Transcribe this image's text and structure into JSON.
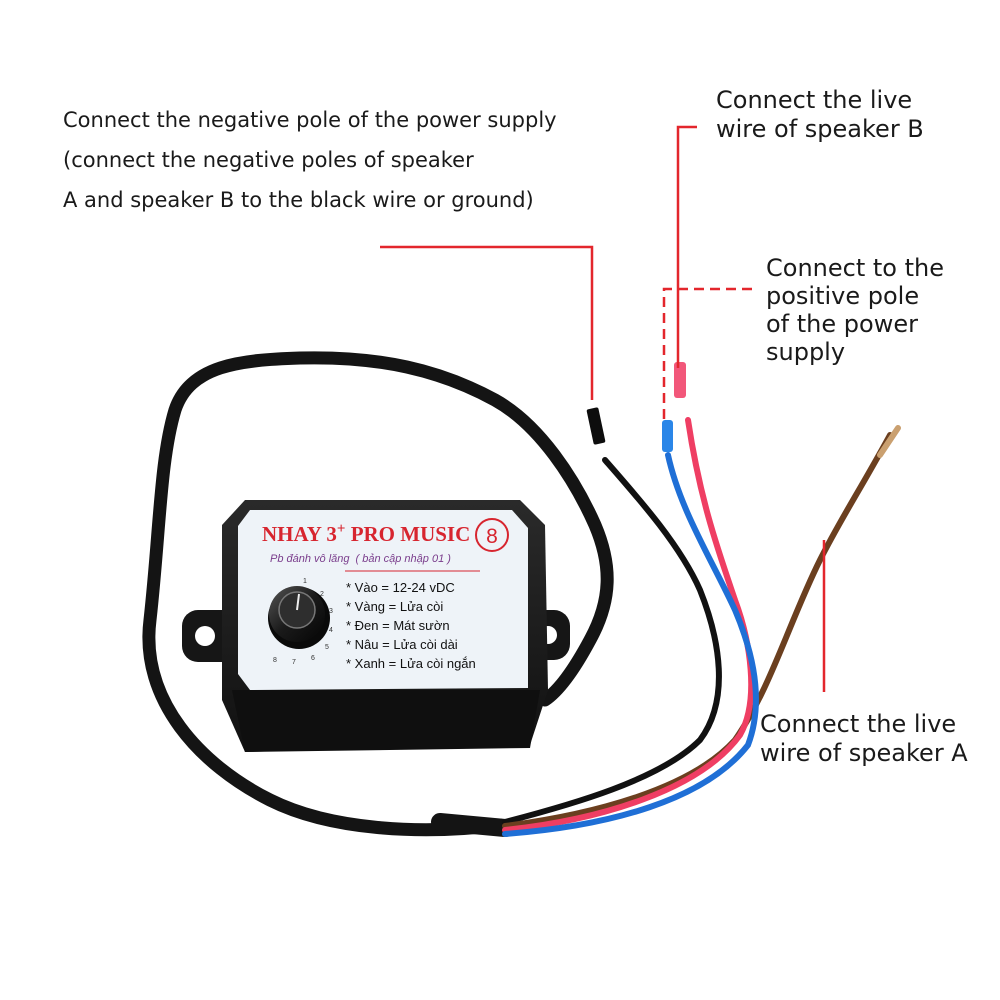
{
  "callouts": {
    "negative": {
      "lines": [
        "Connect the negative pole of the power supply",
        "(connect the negative poles of speaker",
        "A and speaker B to the black wire or ground)"
      ]
    },
    "live_b": {
      "lines": [
        "Connect the live",
        "wire of speaker B"
      ]
    },
    "positive": {
      "lines": [
        "Connect to the",
        "positive pole",
        "of the power",
        "supply"
      ]
    },
    "live_a": {
      "lines": [
        "Connect the live",
        "wire of speaker A"
      ]
    }
  },
  "device": {
    "title": "NHAY 3",
    "title_sup": "+",
    "title_suffix": " PRO MUSIC",
    "badge": "8",
    "subtitle": "Pb đánh vô lăng",
    "subtitle_note": "( bản cập nhập 01 )",
    "specs": [
      "* Vào = 12-24 vDC",
      "* Vàng = Lửa còi",
      "* Đen = Mát sườn",
      "* Nâu = Lửa còi dài",
      "* Xanh = Lửa còi ngắn"
    ],
    "dial_scale": [
      "1",
      "2",
      "3",
      "4",
      "5",
      "6",
      "7",
      "8"
    ]
  },
  "colors": {
    "leader_line": "#e3262c",
    "wire_black": "#111111",
    "wire_blue": "#1f6fd6",
    "wire_red": "#ef3e63",
    "wire_brown": "#6b3f1f",
    "housing": "#1b1b1b",
    "label_face": "#eef3f8",
    "title_red": "#d7252f",
    "subtitle_purple": "#7a3d8c"
  }
}
